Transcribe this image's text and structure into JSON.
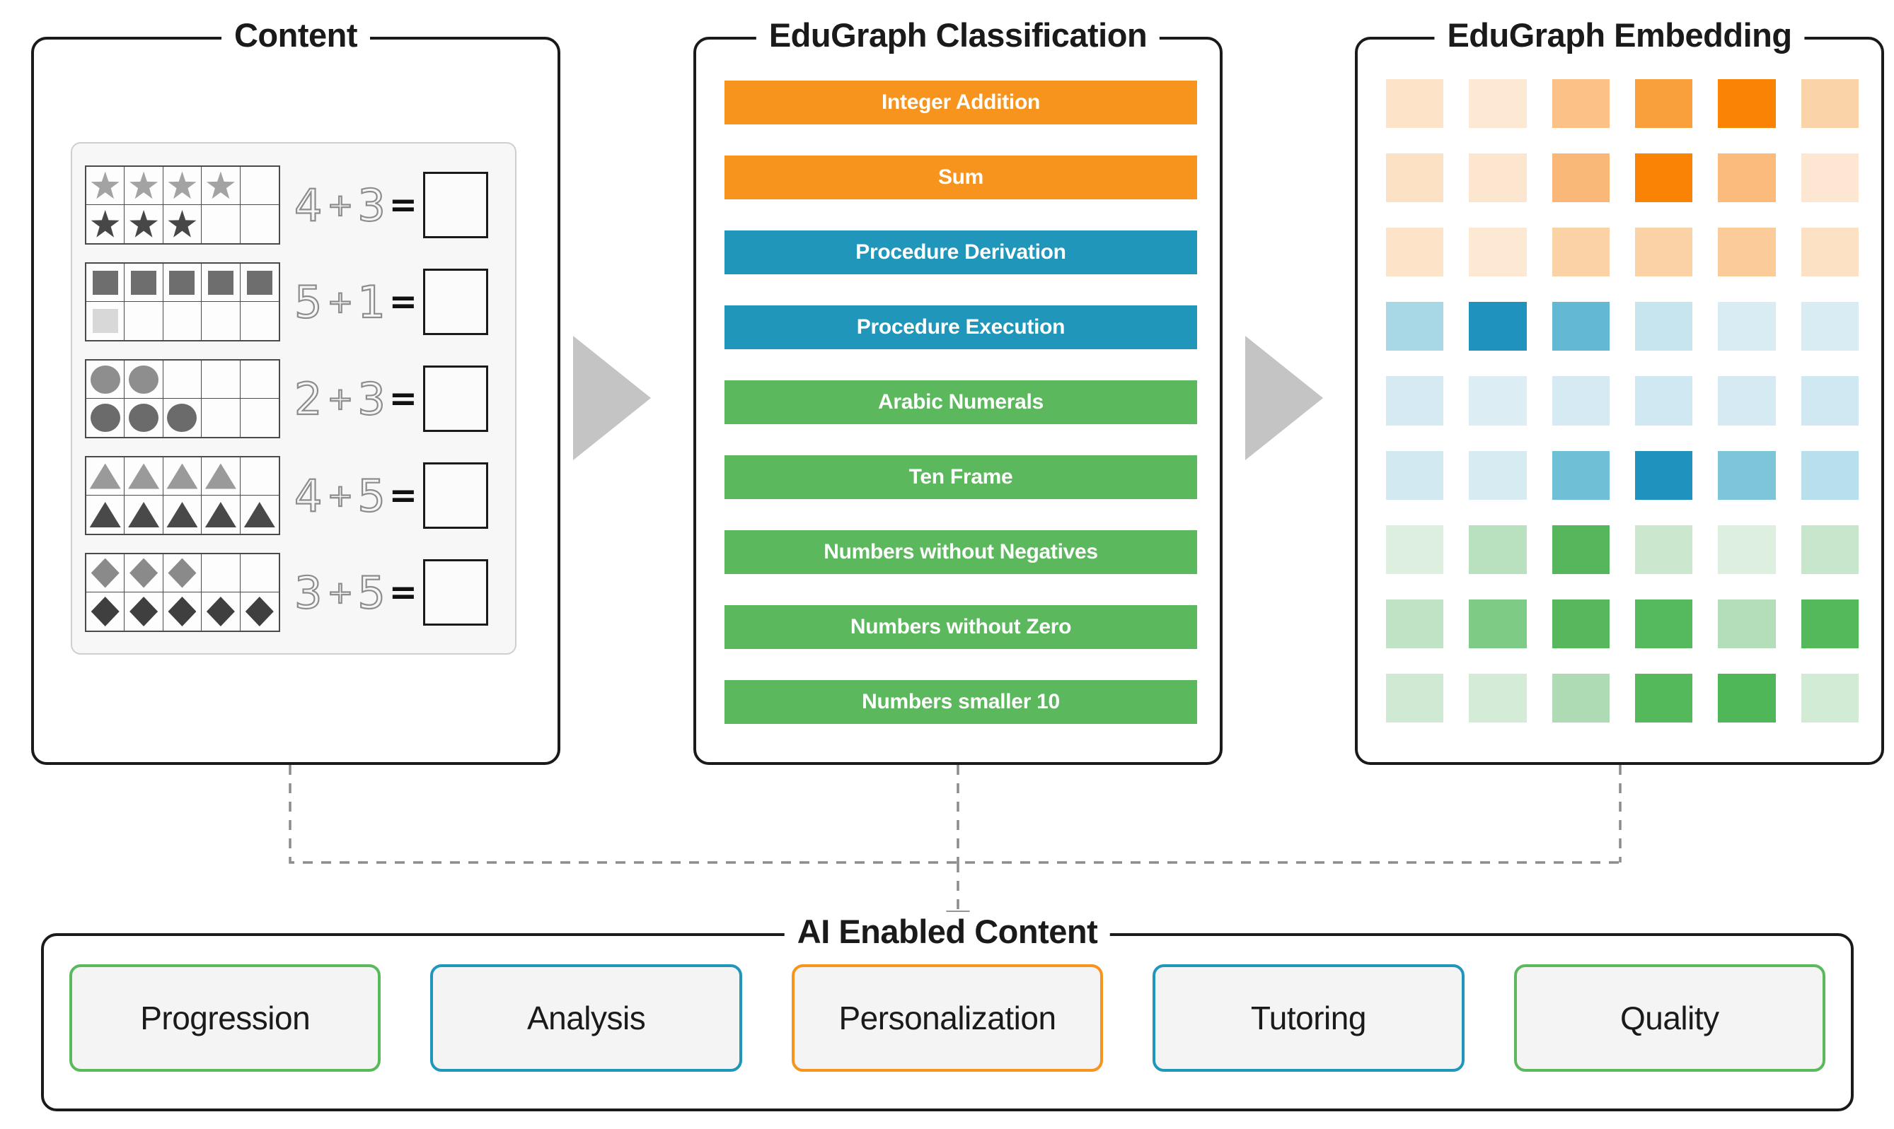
{
  "panels": {
    "content": {
      "title": "Content"
    },
    "classification": {
      "title": "EduGraph Classification"
    },
    "embedding": {
      "title": "EduGraph Embedding"
    },
    "ai": {
      "title": "AI Enabled Content"
    }
  },
  "worksheet": {
    "rows": [
      {
        "shape": "star",
        "top_count": 4,
        "top_color": "#a3a3a3",
        "bottom_count": 3,
        "bottom_color": "#474747",
        "a": "4",
        "op": "+",
        "b": "3",
        "equals": "="
      },
      {
        "shape": "square",
        "top_count": 5,
        "top_color": "#6e6e6e",
        "bottom_count": 1,
        "bottom_color": "#d8d8d8",
        "a": "5",
        "op": "+",
        "b": "1",
        "equals": "="
      },
      {
        "shape": "circle",
        "top_count": 2,
        "top_color": "#8e8e8e",
        "bottom_count": 3,
        "bottom_color": "#6b6b6b",
        "a": "2",
        "op": "+",
        "b": "3",
        "equals": "="
      },
      {
        "shape": "triangle",
        "top_count": 4,
        "top_color": "#9a9a9a",
        "bottom_count": 5,
        "bottom_color": "#494949",
        "a": "4",
        "op": "+",
        "b": "5",
        "equals": "="
      },
      {
        "shape": "diamond",
        "top_count": 3,
        "top_color": "#8a8a8a",
        "bottom_count": 5,
        "bottom_color": "#3f3f3f",
        "a": "3",
        "op": "+",
        "b": "5",
        "equals": "="
      }
    ]
  },
  "classification": {
    "bars": [
      {
        "label": "Integer Addition",
        "color": "#f7941d"
      },
      {
        "label": "Sum",
        "color": "#f7941d"
      },
      {
        "label": "Procedure Derivation",
        "color": "#2196bb"
      },
      {
        "label": "Procedure Execution",
        "color": "#2196bb"
      },
      {
        "label": "Arabic Numerals",
        "color": "#5cb85c"
      },
      {
        "label": "Ten Frame",
        "color": "#5cb85c"
      },
      {
        "label": "Numbers without Negatives",
        "color": "#5cb85c"
      },
      {
        "label": "Numbers without Zero",
        "color": "#5cb85c"
      },
      {
        "label": "Numbers smaller 10",
        "color": "#5cb85c"
      }
    ]
  },
  "embedding": {
    "rows": 9,
    "cols": 6,
    "cells": [
      [
        "#fde3c8",
        "#fde8d4",
        "#fbc187",
        "#f9a03c",
        "#fa8305",
        "#fbd3a8"
      ],
      [
        "#fde1c4",
        "#fde6d0",
        "#f9b877",
        "#fa8305",
        "#fbbb7c",
        "#fde6d2"
      ],
      [
        "#fde3c8",
        "#fde8d4",
        "#fbd2a6",
        "#fbd2a6",
        "#fbcb99",
        "#fde1c4"
      ],
      [
        "#a8d8e6",
        "#1f93bd",
        "#63b9d3",
        "#c7e5ee",
        "#d9ecf3",
        "#d9ecf3"
      ],
      [
        "#d5eaf2",
        "#dcedf4",
        "#d5eaf2",
        "#d0e8f1",
        "#d5eaf2",
        "#d0e8f1"
      ],
      [
        "#d3e9f2",
        "#d7ebf3",
        "#6fbfd6",
        "#1f93bd",
        "#7ec5da",
        "#b8e0ec"
      ],
      [
        "#ddf0df",
        "#b9e0bf",
        "#55b65c",
        "#cbe8cf",
        "#ddf0df",
        "#c7e6cb"
      ],
      [
        "#bfe3c4",
        "#7ecb85",
        "#56b75d",
        "#55b95d",
        "#b4ddba",
        "#53b95b"
      ],
      [
        "#cfe9d2",
        "#d4ecd7",
        "#aedab4",
        "#53b95b",
        "#4fb758",
        "#d2ebd5"
      ]
    ]
  },
  "ai_content": {
    "cards": [
      {
        "label": "Progression",
        "border": "#5cb85c"
      },
      {
        "label": "Analysis",
        "border": "#2196bb"
      },
      {
        "label": "Personalization",
        "border": "#f7941d"
      },
      {
        "label": "Tutoring",
        "border": "#2196bb"
      },
      {
        "label": "Quality",
        "border": "#5cb85c"
      }
    ]
  }
}
